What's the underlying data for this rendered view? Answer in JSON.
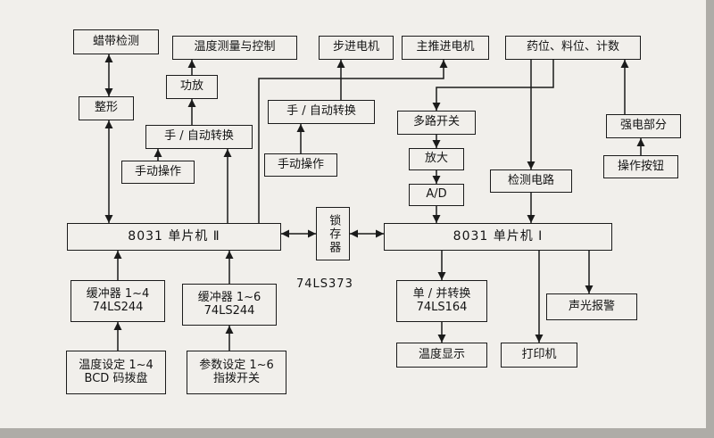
{
  "colors": {
    "ink": "#1b1b1b",
    "paper": "#f1efeb",
    "scan_edge": "#aeaca7"
  },
  "diagram": {
    "nodes": {
      "wax_detect": {
        "label": "蜡带检测"
      },
      "temp_measure": {
        "label": "温度测量与控制"
      },
      "stepper_motor": {
        "label": "步进电机"
      },
      "main_motor": {
        "label": "主推进电机"
      },
      "level_count": {
        "label": "药位、料位、计数"
      },
      "power_amp": {
        "label": "功放"
      },
      "shaping": {
        "label": "整形"
      },
      "manual_auto_1": {
        "label": "手 / 自动转换"
      },
      "manual_auto_2": {
        "label": "手 / 自动转换"
      },
      "multiplexer": {
        "label": "多路开关"
      },
      "strong_electric": {
        "label": "强电部分"
      },
      "manual_op_1": {
        "label": "手动操作"
      },
      "manual_op_2": {
        "label": "手动操作"
      },
      "amplifier": {
        "label": "放大"
      },
      "detect_circuit": {
        "label": "检测电路"
      },
      "op_buttons": {
        "label": "操作按钮"
      },
      "ad_converter": {
        "label": "A/D"
      },
      "mcu2": {
        "label": "8031 单片机  Ⅱ"
      },
      "latch": {
        "label": "锁存器"
      },
      "latch_chip": {
        "label": "74LS373"
      },
      "mcu1": {
        "label": "8031 单片机  Ⅰ"
      },
      "buffer_1_4": {
        "label": "缓冲器 1~4",
        "label2": "74LS244"
      },
      "buffer_1_6": {
        "label": "缓冲器 1~6",
        "label2": "74LS244"
      },
      "serial_parallel": {
        "label": "单 / 并转换",
        "label2": "74LS164"
      },
      "alarm": {
        "label": "声光报警"
      },
      "temp_setting": {
        "label": "温度设定 1~4",
        "label2": "BCD 码拨盘"
      },
      "param_setting": {
        "label": "参数设定 1~6",
        "label2": "指拨开关"
      },
      "temp_display": {
        "label": "温度显示"
      },
      "printer": {
        "label": "打印机"
      }
    },
    "edges": [
      {
        "from": "wax_detect",
        "to": "shaping",
        "arrows": "two"
      },
      {
        "from": "shaping",
        "to": "mcu2",
        "arrows": "two"
      },
      {
        "from": "power_amp",
        "to": "temp_measure",
        "arrows": "one"
      },
      {
        "from": "manual_auto_1",
        "to": "power_amp",
        "arrows": "one"
      },
      {
        "from": "manual_op_1",
        "to": "manual_auto_1",
        "arrows": "one"
      },
      {
        "from": "mcu2",
        "to": "manual_auto_1",
        "arrows": "one"
      },
      {
        "from": "manual_op_2",
        "to": "manual_auto_2",
        "arrows": "one"
      },
      {
        "from": "manual_auto_2",
        "to": "stepper_motor",
        "arrows": "one"
      },
      {
        "from": "mcu2",
        "to": "main_motor",
        "arrows": "one"
      },
      {
        "from": "level_count",
        "to": "multiplexer",
        "arrows": "one"
      },
      {
        "from": "multiplexer",
        "to": "amplifier",
        "arrows": "one"
      },
      {
        "from": "amplifier",
        "to": "ad_converter",
        "arrows": "one"
      },
      {
        "from": "ad_converter",
        "to": "mcu1",
        "arrows": "one"
      },
      {
        "from": "level_count",
        "to": "detect_circuit",
        "arrows": "one"
      },
      {
        "from": "detect_circuit",
        "to": "mcu1",
        "arrows": "one"
      },
      {
        "from": "op_buttons",
        "to": "strong_electric",
        "arrows": "one"
      },
      {
        "from": "strong_electric",
        "to": "level_count",
        "arrows": "one"
      },
      {
        "from": "mcu2",
        "to": "latch",
        "arrows": "two"
      },
      {
        "from": "latch",
        "to": "mcu1",
        "arrows": "two"
      },
      {
        "from": "mcu1",
        "to": "serial_parallel",
        "arrows": "one"
      },
      {
        "from": "serial_parallel",
        "to": "temp_display",
        "arrows": "one"
      },
      {
        "from": "mcu1",
        "to": "printer",
        "arrows": "one"
      },
      {
        "from": "mcu1",
        "to": "alarm",
        "arrows": "one"
      },
      {
        "from": "buffer_1_4",
        "to": "mcu2",
        "arrows": "one"
      },
      {
        "from": "buffer_1_6",
        "to": "mcu2",
        "arrows": "one"
      },
      {
        "from": "temp_setting",
        "to": "buffer_1_4",
        "arrows": "one"
      },
      {
        "from": "param_setting",
        "to": "buffer_1_6",
        "arrows": "one"
      }
    ]
  }
}
